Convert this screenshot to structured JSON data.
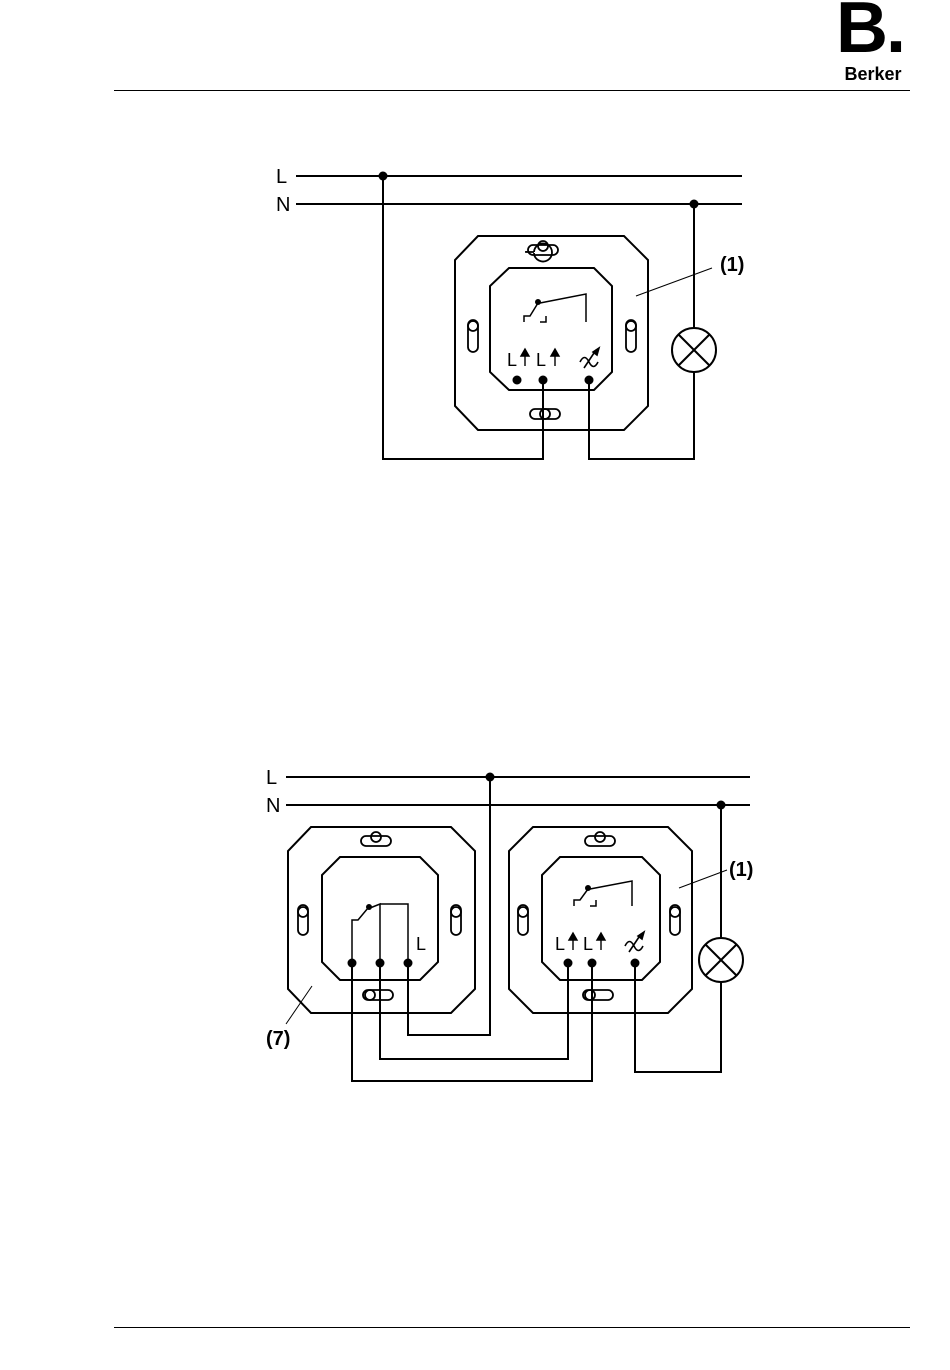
{
  "header": {
    "logo_mark": "B.",
    "brand_name": "Berker"
  },
  "diagram1": {
    "line_l": "L",
    "line_n": "N",
    "ref_insert": "(1)",
    "terminal_1": "L",
    "terminal_2": "L"
  },
  "diagram2": {
    "line_l": "L",
    "line_n": "N",
    "ref_insert": "(1)",
    "ref_extension": "(7)",
    "extension_terminal": "L",
    "terminal_1": "L",
    "terminal_2": "L"
  },
  "icons": [
    "lamp-icon",
    "dimmer-symbol-icon",
    "switch-contact-icon",
    "keyhole-slot-icon"
  ]
}
